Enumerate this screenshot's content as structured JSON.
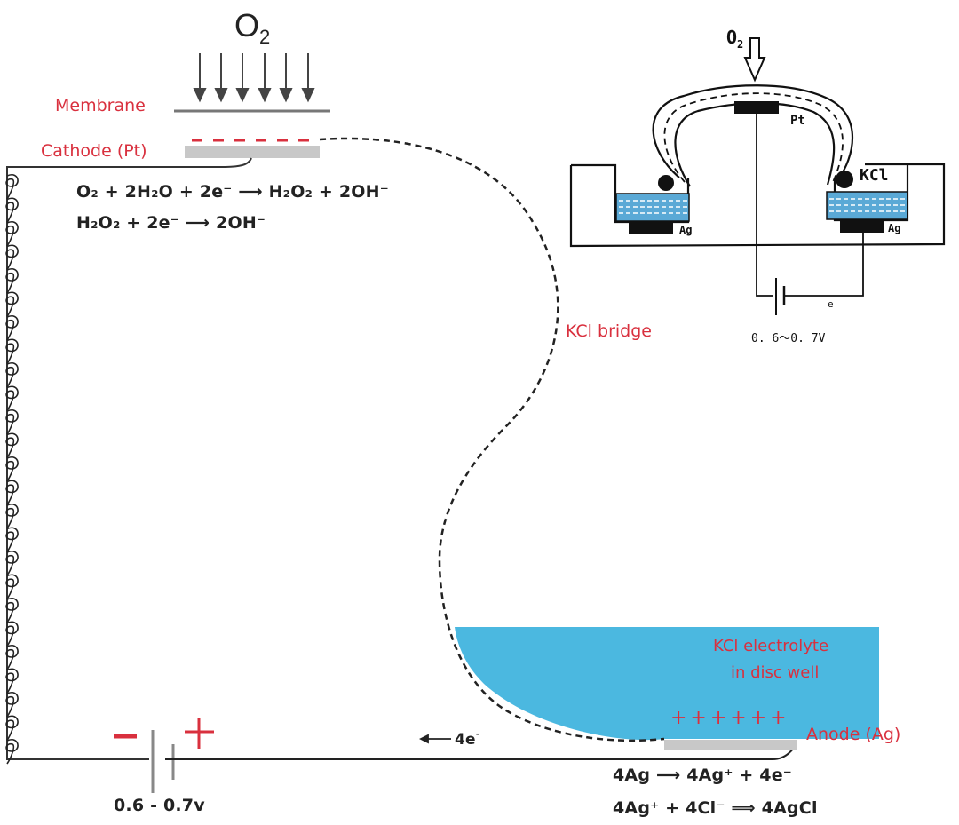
{
  "main_diagram": {
    "oxygen_label": "O",
    "oxygen_subscript": "2",
    "membrane_label": "Membrane",
    "cathode_label": "Cathode (Pt)",
    "cathode_charge_marks": "- - - - - -",
    "kcl_bridge_label": "KCl bridge",
    "electrolyte_label_line1": "KCl electrolyte",
    "electrolyte_label_line2": "in disc well",
    "anode_charge_marks": "++++++",
    "anode_label": "Anode (Ag)",
    "battery_negative": "−",
    "battery_positive": "+",
    "voltage_label": "0.6 - 0.7v",
    "electron_flow_label": "4e",
    "electron_flow_sup": "-",
    "cathode_equations": [
      {
        "text": "O₂ + 2H₂O + 2e⁻ ⟶ H₂O₂ + 2OH⁻"
      },
      {
        "text": "H₂O₂ + 2e⁻ ⟶ 2OH⁻"
      }
    ],
    "anode_equations": [
      {
        "text": "4Ag ⟶ 4Ag⁺ + 4e⁻"
      },
      {
        "text": "4Ag⁺ + 4Cl⁻ ⟹ 4AgCl"
      }
    ]
  },
  "inset_diagram": {
    "oxygen_label": "O",
    "oxygen_subscript": "2",
    "pt_label": "Pt",
    "kcl_label": "KCl",
    "ag_left_label": "Ag",
    "ag_right_label": "Ag",
    "electron_label": "e",
    "voltage_label": "0. 6～0. 7V"
  },
  "colors": {
    "label_red": "#d9303e",
    "electrolyte_blue": "#4bb8e0",
    "electrode_gray": "#c8c8c8",
    "inset_blue": "#5aa9d6"
  }
}
